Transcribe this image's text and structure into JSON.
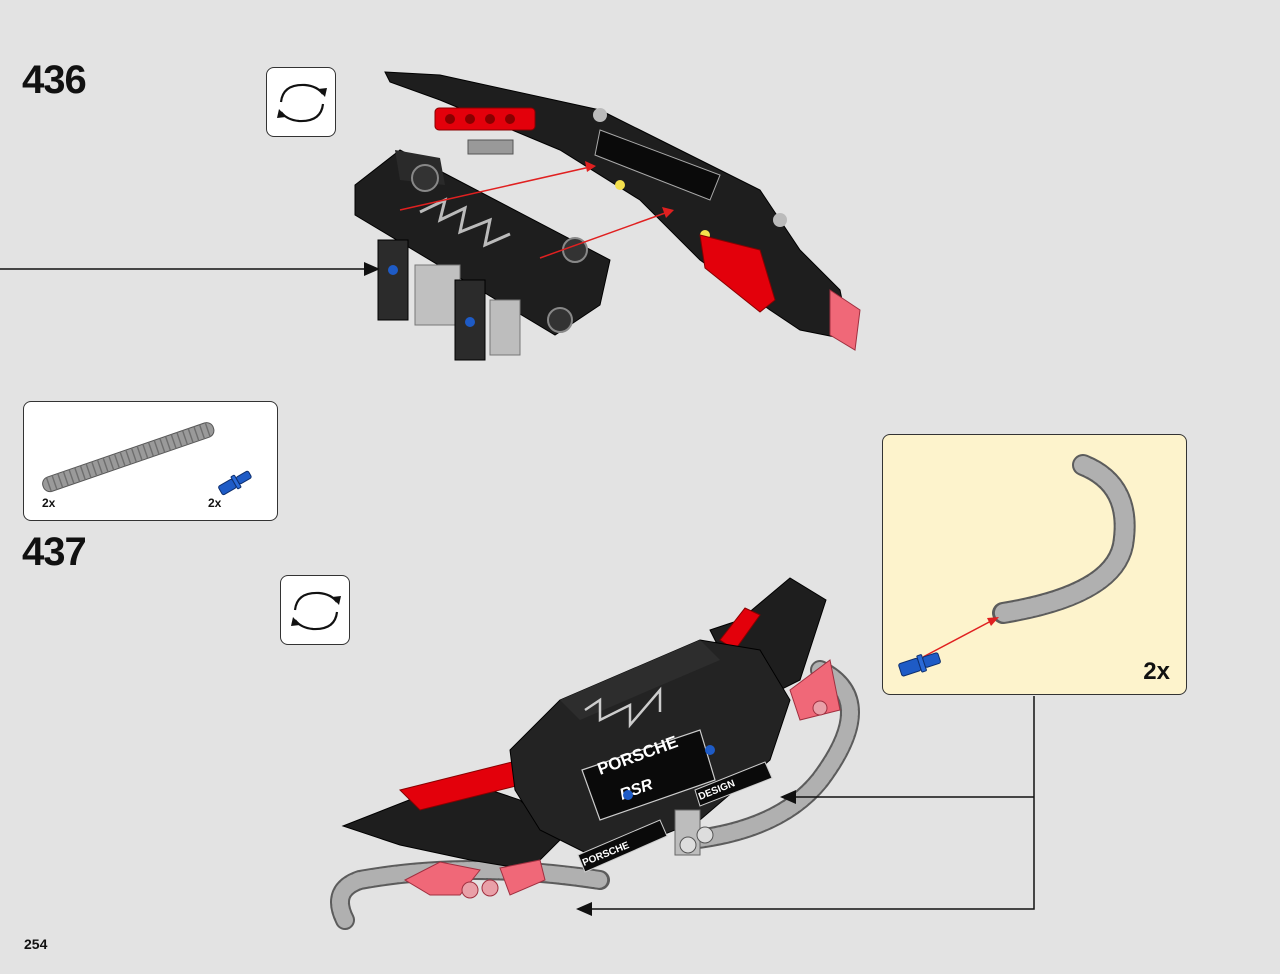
{
  "page_number": "254",
  "steps": [
    {
      "number": "436"
    },
    {
      "number": "437"
    }
  ],
  "parts_list": {
    "items": [
      {
        "part": "ribbed-hose-icon",
        "quantity": "2x"
      },
      {
        "part": "blue-axle-pin-icon",
        "quantity": "2x"
      }
    ]
  },
  "callout": {
    "quantity": "2x"
  },
  "model_labels": {
    "tile_porsche": "PORSCHE",
    "tile_rsr": "RSR",
    "tile_design": "DESIGN",
    "tile_porsche_lower": "PORSCHE"
  },
  "colors": {
    "background": "#e3e3e3",
    "callout_background": "#fdf3cc",
    "brick_black": "#1e1e1e",
    "brick_red": "#e3000b",
    "brick_gray": "#b5b5b5",
    "brick_blue": "#1e5bc6",
    "trans_red": "#f06878",
    "arrow_red": "#e02020"
  }
}
